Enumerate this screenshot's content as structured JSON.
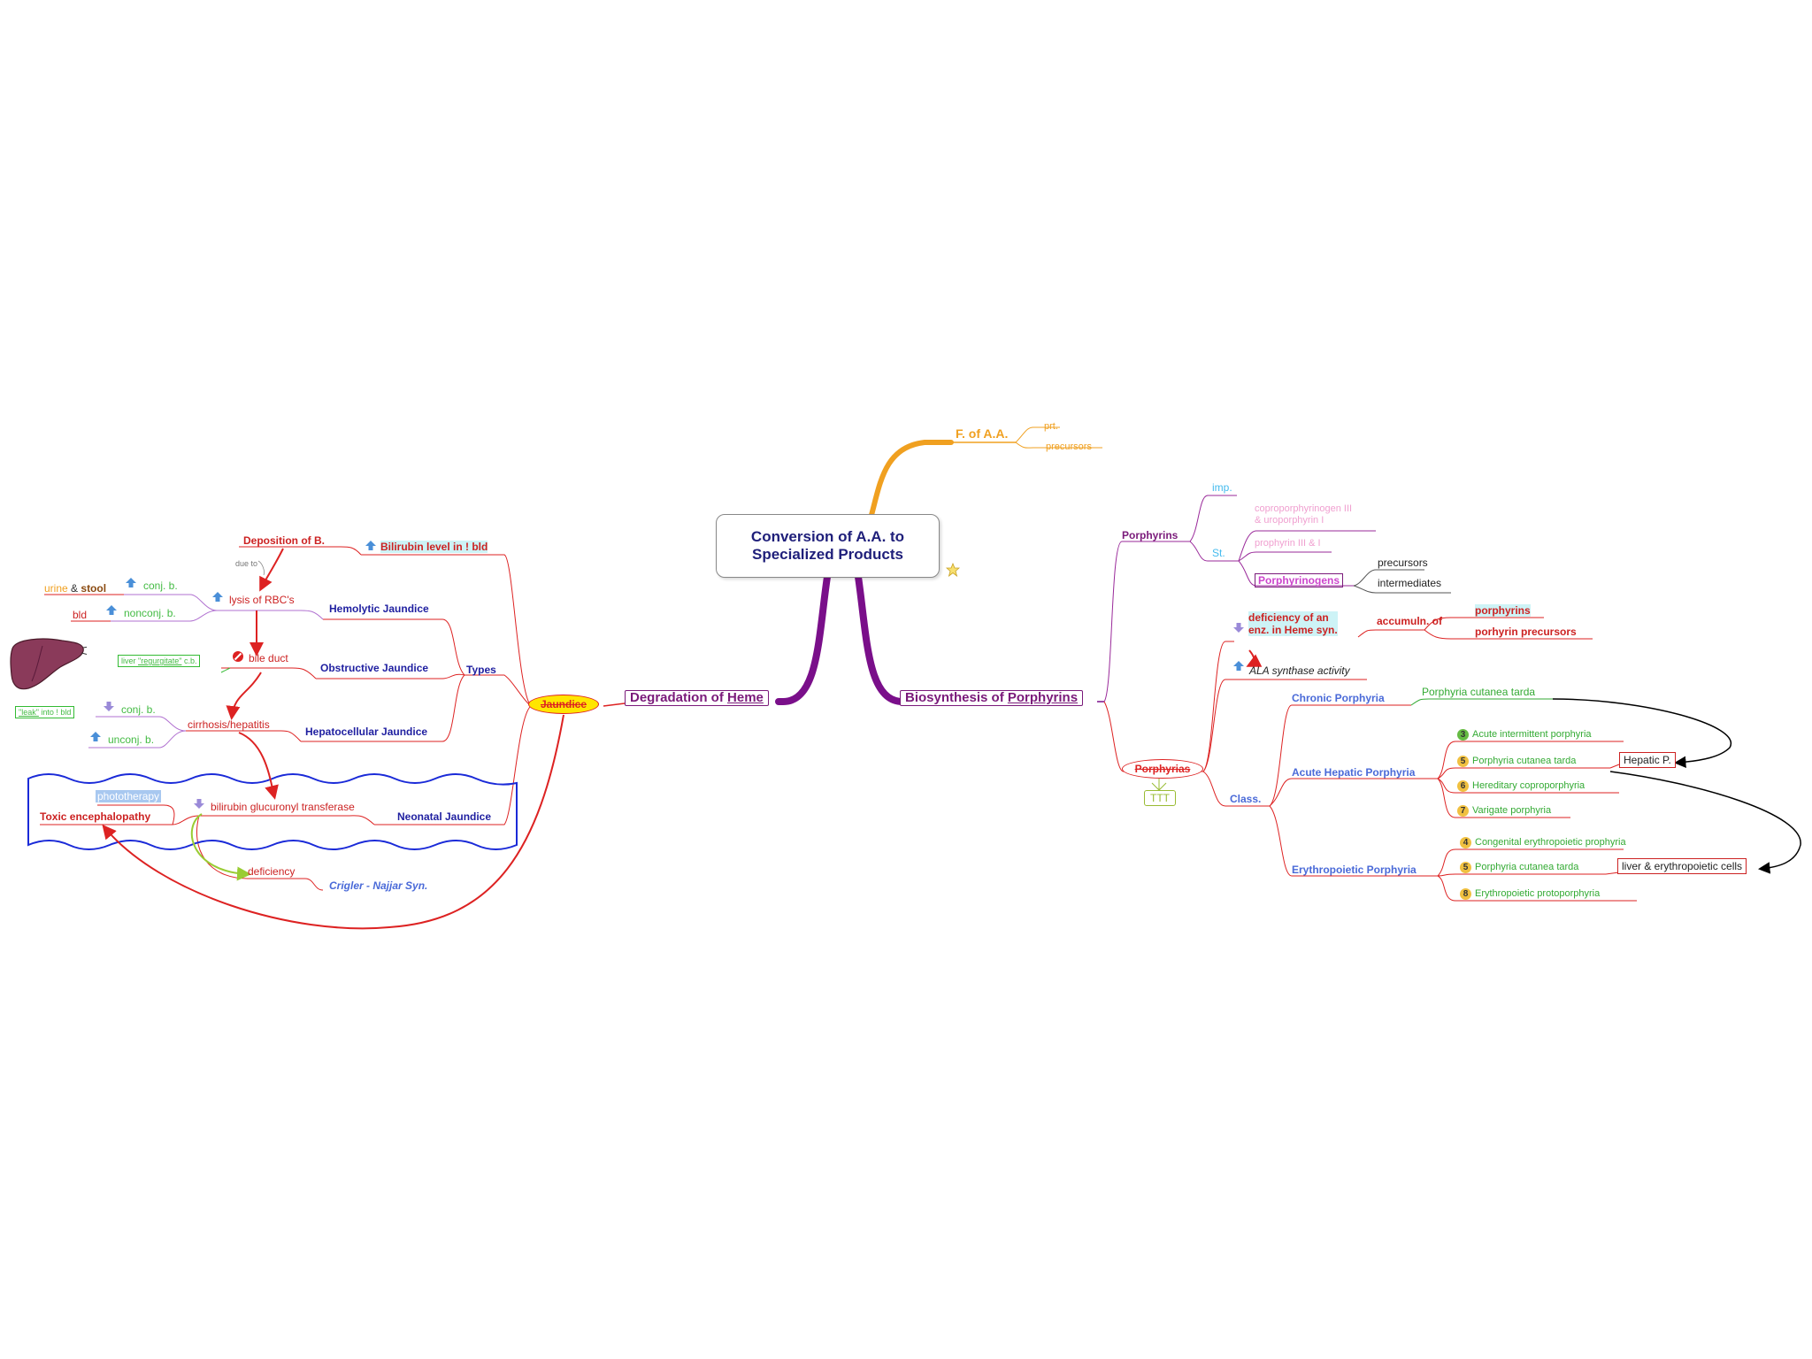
{
  "center": {
    "line1": "Conversion of A.A. to",
    "line2": "Specialized Products"
  },
  "fofaa": {
    "label": "F. of A.A.",
    "items": [
      "prt.",
      "precursors"
    ]
  },
  "degradation": {
    "label_prefix": "Degradation of ",
    "label_link": "Heme"
  },
  "biosynthesis": {
    "label_prefix": "Biosynthesis of ",
    "label_link": "Porphyrins"
  },
  "jaundice": {
    "label": "Jaundice",
    "types_label": "Types",
    "bilirubin": "Bilirubin level in ! bld",
    "deposition": "Deposition of B.",
    "due_to": "due to",
    "urine": "urine",
    "amp": "&",
    "stool": "stool",
    "bld": "bld",
    "conj": "conj. b.",
    "nonconj": "nonconj. b.",
    "lysis": "lysis of RBC's",
    "hemolytic": "Hemolytic Jaundice",
    "liver_regurg_pre": "liver ",
    "liver_regurg_link": "\"regurgitate\"",
    "liver_regurg_post": " c.b.",
    "bile_duct": "bile duct",
    "obstructive": "Obstructive Jaundice",
    "leak_link": "\"leak\"",
    "leak_post": " into ! bld",
    "conj2": "conj. b.",
    "unconj": "unconj. b.",
    "cirrhosis": "cirrhosis/hepatitis",
    "hepatocellular": "Hepatocellular Jaundice",
    "phototherapy": "phototherapy",
    "toxic": "Toxic encephalopathy",
    "glucuronyl": "bilirubin glucuronyl transferase",
    "neonatal": "Neonatal Jaundice",
    "deficiency": "deficiency",
    "crigler": "Crigler - Najjar Syn."
  },
  "porphyrins": {
    "label": "Porphyrins",
    "imp": "imp.",
    "st": "St.",
    "copro": [
      "coproporphyrinogen III",
      "& uroporphyrin I"
    ],
    "prophyrin": "prophyrin III & I",
    "porphyrinogens": "Porphyrinogens",
    "precursors": "precursors",
    "intermediates": "intermediates"
  },
  "porphyrias": {
    "label": "Porphyrias",
    "ttt": "TTT",
    "deficiency": [
      "deficiency of an",
      "enz. in Heme syn."
    ],
    "accumuln": "accumuln. of",
    "accum_items": [
      "porphyrins",
      "porhyrin precursors"
    ],
    "ala": "ALA synthase activity",
    "class": "Class.",
    "chronic": "Chronic Porphyria",
    "chronic_item": "Porphyria cutanea tarda",
    "acute": "Acute Hepatic Porphyria",
    "acute_items": [
      {
        "n": "3",
        "label": "Acute intermittent porphyria"
      },
      {
        "n": "5",
        "label": "Porphyria cutanea tarda"
      },
      {
        "n": "6",
        "label": "Hereditary coproporphyria"
      },
      {
        "n": "7",
        "label": "Varigate porphyria"
      }
    ],
    "hepatic_box": "Hepatic P.",
    "erythro": "Erythropoietic Porphyria",
    "erythro_items": [
      {
        "n": "4",
        "label": "Congenital erythropoietic prophyria"
      },
      {
        "n": "5",
        "label": "Porphyria cutanea tarda"
      },
      {
        "n": "8",
        "label": "Erythropoietic protoporphyria"
      }
    ],
    "liver_box": "liver & erythropoietic cells"
  },
  "colors": {
    "main_branch": "#7a0f8a",
    "fofaa": "#f0a020",
    "red": "#dd2222",
    "navy": "#1f1fa0",
    "green": "#33aa33",
    "pink": "#f0a0d0",
    "cyan": "#44bbee",
    "neonatal_wave": "#1a2ad8"
  },
  "icons": [
    "star-icon",
    "up-arrow-icon",
    "down-arrow-icon",
    "no-entry-icon",
    "liver-icon"
  ]
}
